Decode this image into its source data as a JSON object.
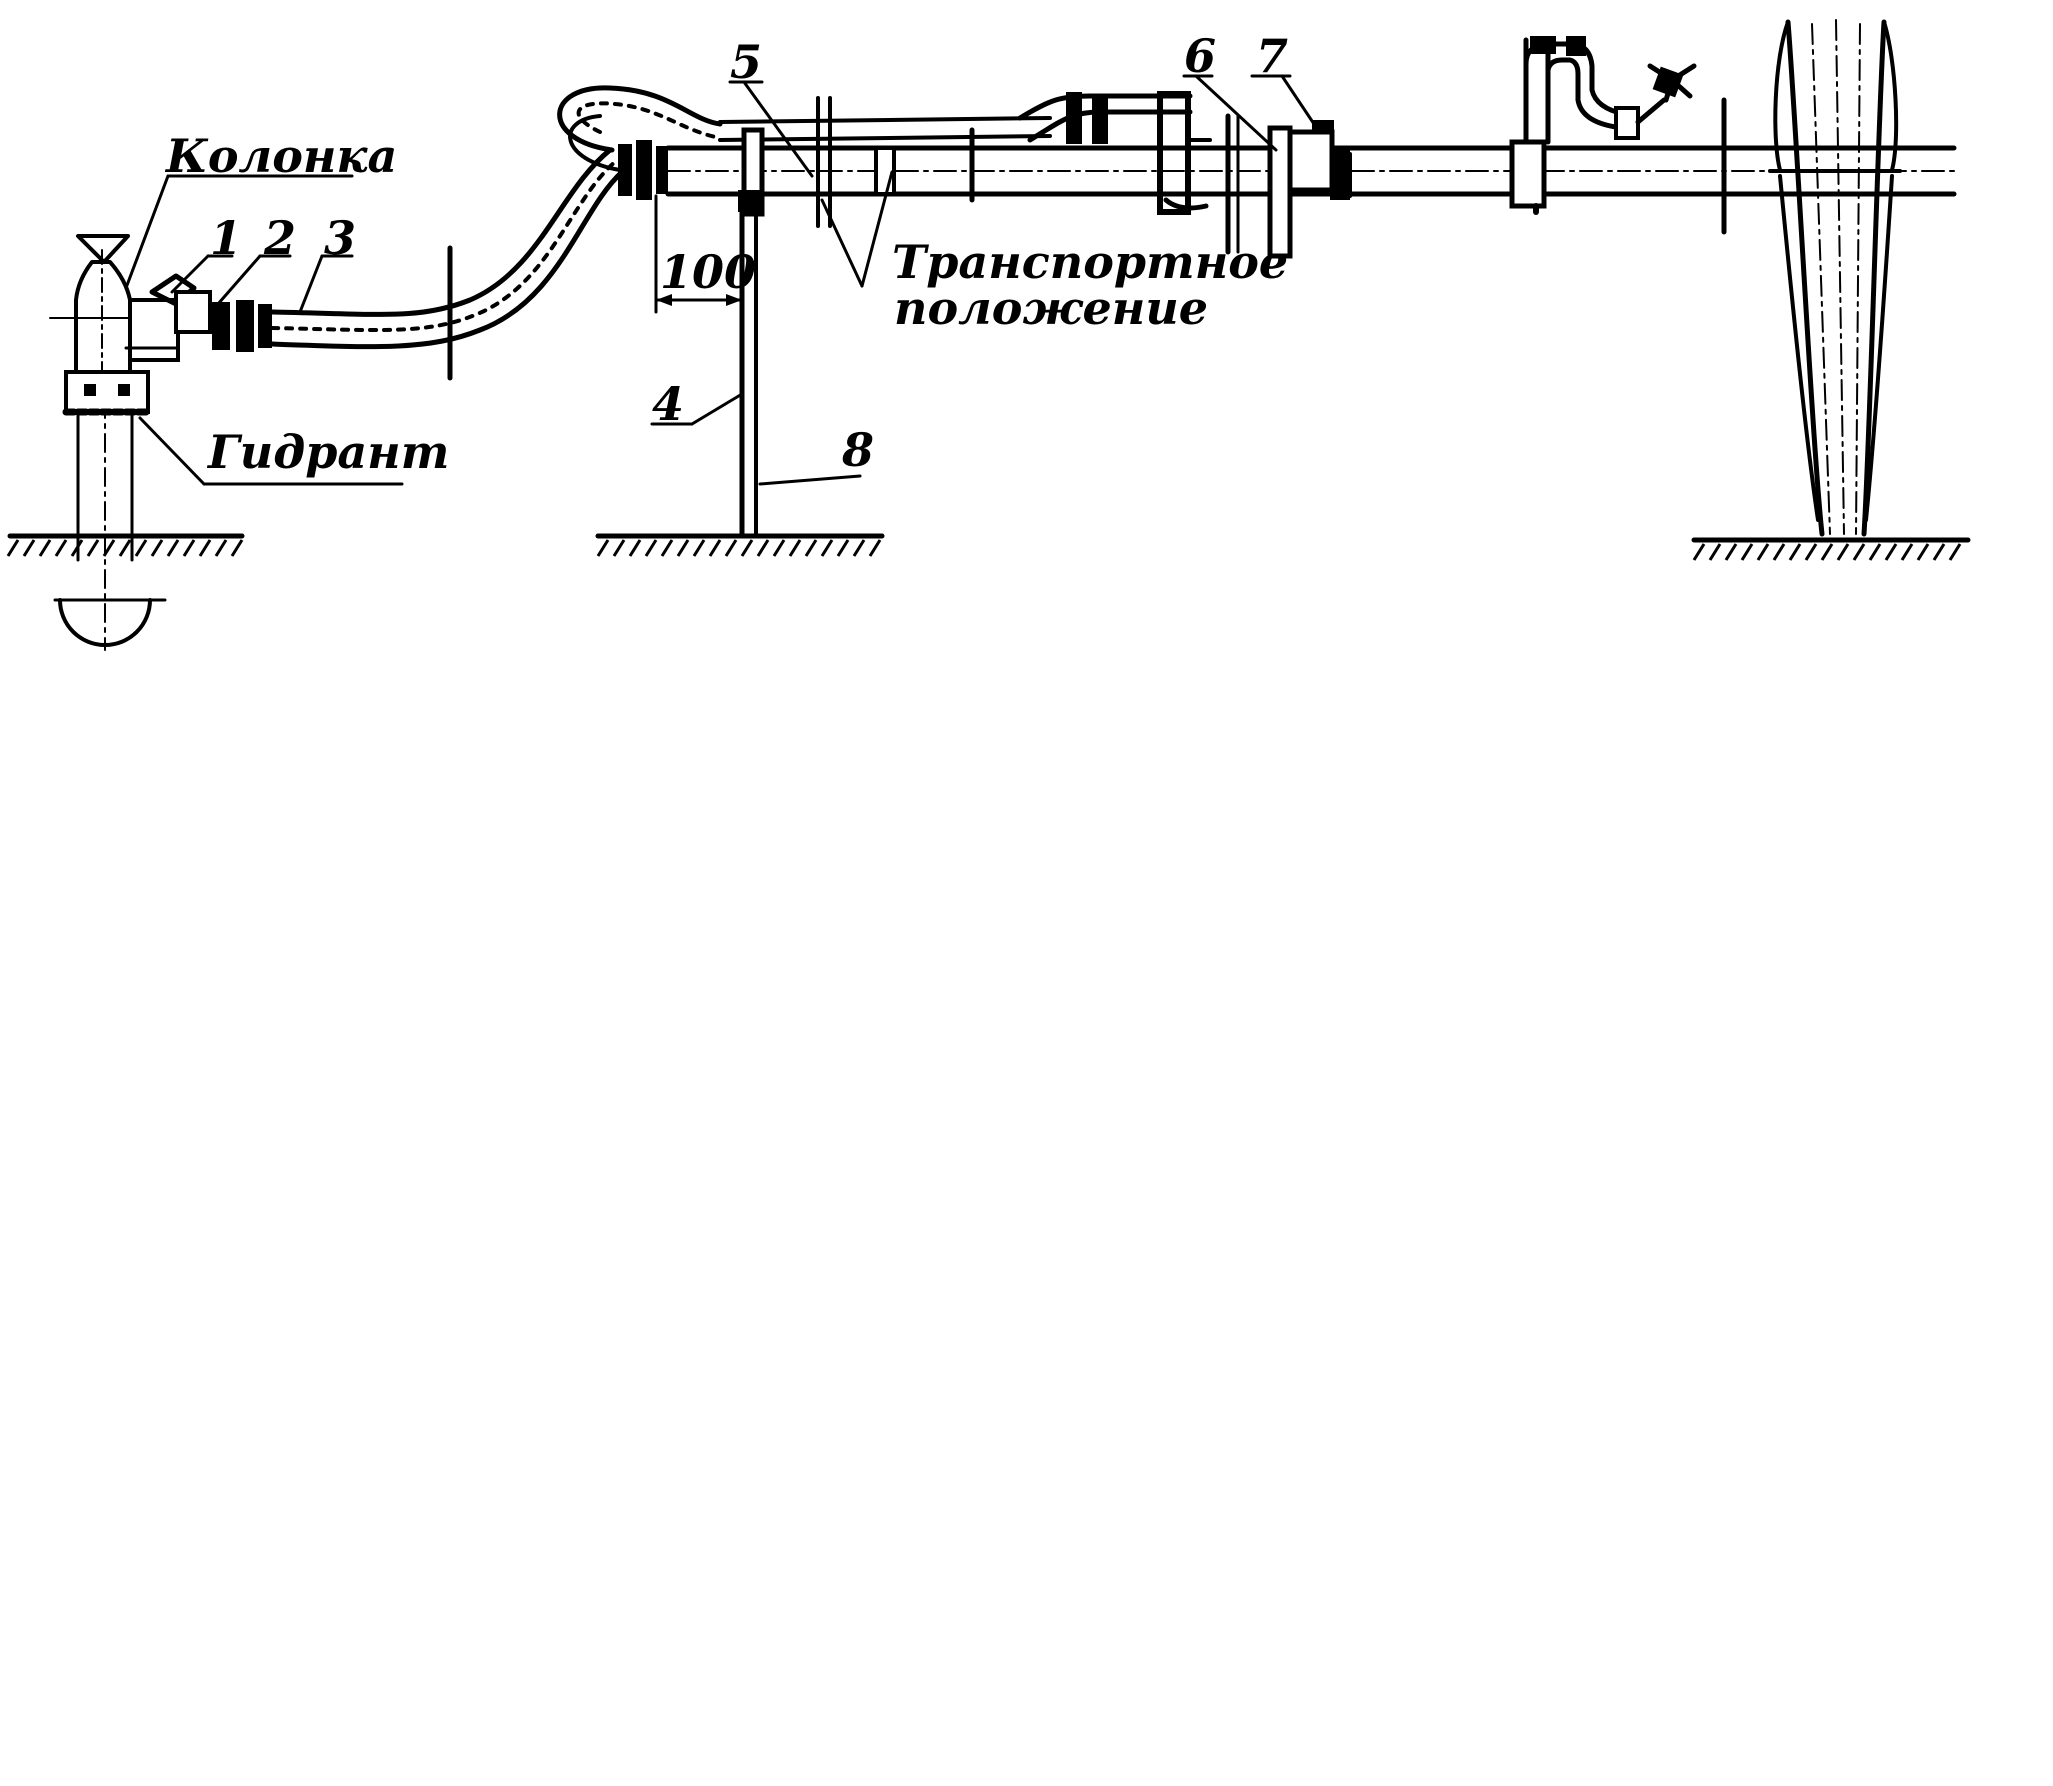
{
  "labels": {
    "column": "Колонка",
    "hydrant": "Гидрант",
    "transport_line1": "Транспортное",
    "transport_line2": "положение",
    "dim_100": "100",
    "n1": "1",
    "n2": "2",
    "n3": "3",
    "n4": "4",
    "n5": "5",
    "n6": "6",
    "n7": "7",
    "n8": "8"
  },
  "colors": {
    "ink": "#000000",
    "paper": "#ffffff"
  }
}
